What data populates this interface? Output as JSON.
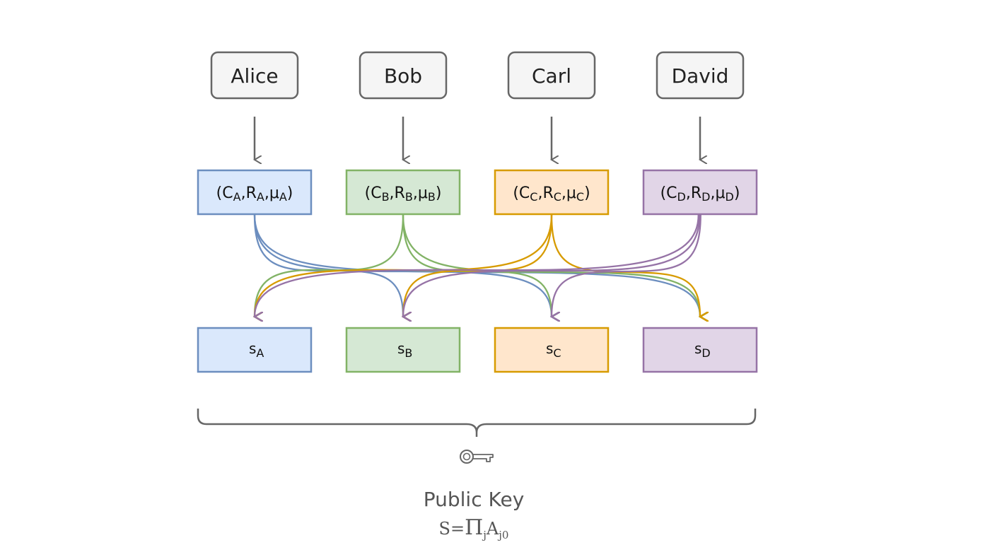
{
  "parties": [
    {
      "name": "Alice",
      "letter": "A",
      "color": "#6c8ebf",
      "fill": "#dae8fc"
    },
    {
      "name": "Bob",
      "letter": "B",
      "color": "#82b366",
      "fill": "#d5e8d4"
    },
    {
      "name": "Carl",
      "letter": "C",
      "color": "#d79b00",
      "fill": "#ffe6cc"
    },
    {
      "name": "David",
      "letter": "D",
      "color": "#9673a6",
      "fill": "#e1d5e7"
    }
  ],
  "party_box": {
    "fill": "#f5f5f5",
    "stroke": "#666666"
  },
  "tuple_symbols": {
    "open": "(",
    "c": "C",
    "r": "R",
    "mu": "μ",
    "sep": ",",
    "close": ")"
  },
  "share_symbol": "s",
  "public_key": {
    "icon": "key-icon",
    "title": "Public Key",
    "formula_lhs": "S=",
    "formula_prod": "Π",
    "formula_prod_sub": "j",
    "formula_term": "A",
    "formula_term_sub": "j0"
  },
  "arrow_color": "#666666"
}
